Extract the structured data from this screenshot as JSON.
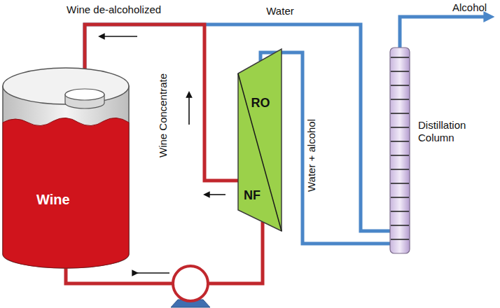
{
  "diagram": {
    "nodes": [
      {
        "text": [
          "Wine"
        ]
      },
      {
        "text": [
          "RO",
          "NF"
        ]
      },
      {
        "text": [
          "Distillation Column"
        ]
      }
    ],
    "edges": [
      {
        "from": 0,
        "to": 1,
        "arrow": "none"
      },
      {
        "from": 2,
        "to": 0,
        "label": "Water",
        "arrow": "none"
      },
      {
        "from": 1,
        "to": 0,
        "label": "Wine Concentrate",
        "arrow": "none"
      },
      {
        "from": 1,
        "to": 2,
        "label": "Water + alcohol",
        "arrow": "none"
      }
    ],
    "labels": [
      "Wine de-alcoholized",
      "Alcohol"
    ]
  }
}
